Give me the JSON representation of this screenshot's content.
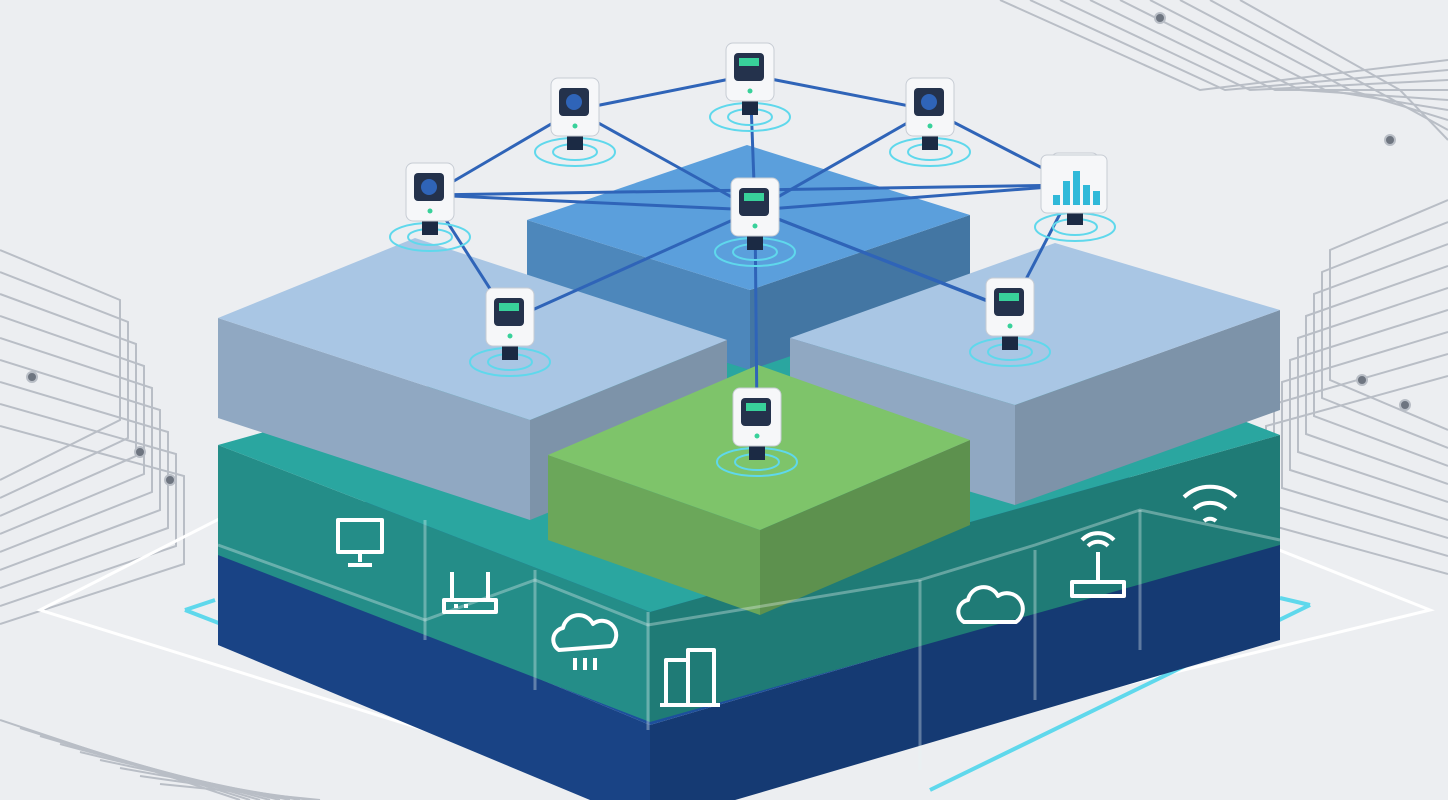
{
  "scene": {
    "background": "#eceef1",
    "circuit_color": "#b9bec6",
    "glow_color": "#5fd8ec",
    "link_color": "#2f64b8"
  },
  "layers": {
    "top_slab_color": "#a9c6e4",
    "back_slab_color": "#5b9fdc",
    "highlight_slab_color": "#7ec46a",
    "service_layer_color": "#2aa6a0",
    "base_layer_color": "#1d4f9c"
  },
  "devices": [
    "camera",
    "camera",
    "smart-meter",
    "camera",
    "matrix-display-sensor",
    "signal-analyzer",
    "hub-sensor",
    "sensor",
    "robot-sensor",
    "sensor"
  ],
  "service_icons": [
    "monitor-icon",
    "router-icon",
    "cloud-upload-icon",
    "building-icon",
    "cloud-icon",
    "antenna-router-icon",
    "wifi-icon"
  ]
}
